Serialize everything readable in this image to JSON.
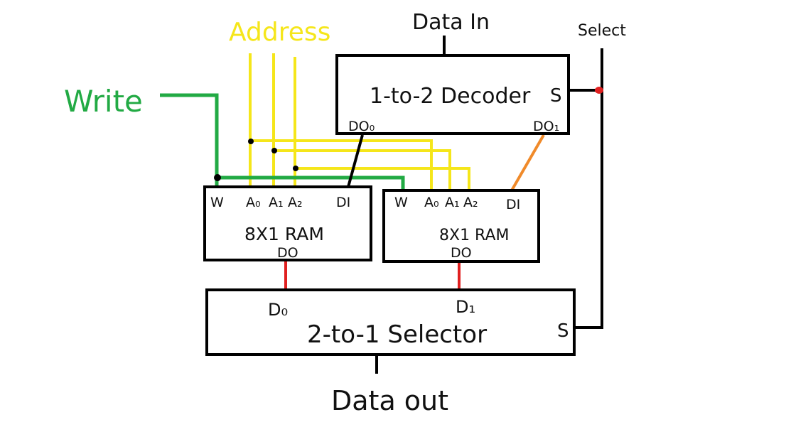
{
  "colors": {
    "address": "#f5e61a",
    "write": "#22aa44",
    "ram_out": "#e02020",
    "decoder_out1": "#f08a2a",
    "wire": "#000000",
    "junction": "#e02020"
  },
  "signals": {
    "address": "Address",
    "write": "Write",
    "data_in": "Data In",
    "select": "Select",
    "data_out": "Data out"
  },
  "decoder": {
    "title": "1-to-2 Decoder",
    "s": "S",
    "do0": "DO₀",
    "do1": "DO₁"
  },
  "ram0": {
    "title": "8X1 RAM",
    "w": "W",
    "a0": "A₀",
    "a1": "A₁",
    "a2": "A₂",
    "di": "DI",
    "do": "DO"
  },
  "ram1": {
    "title": "8X1 RAM",
    "w": "W",
    "a0": "A₀",
    "a1": "A₁",
    "a2": "A₂",
    "di": "DI",
    "do": "DO"
  },
  "selector": {
    "title": "2-to-1 Selector",
    "d0": "D₀",
    "d1": "D₁",
    "s": "S"
  }
}
